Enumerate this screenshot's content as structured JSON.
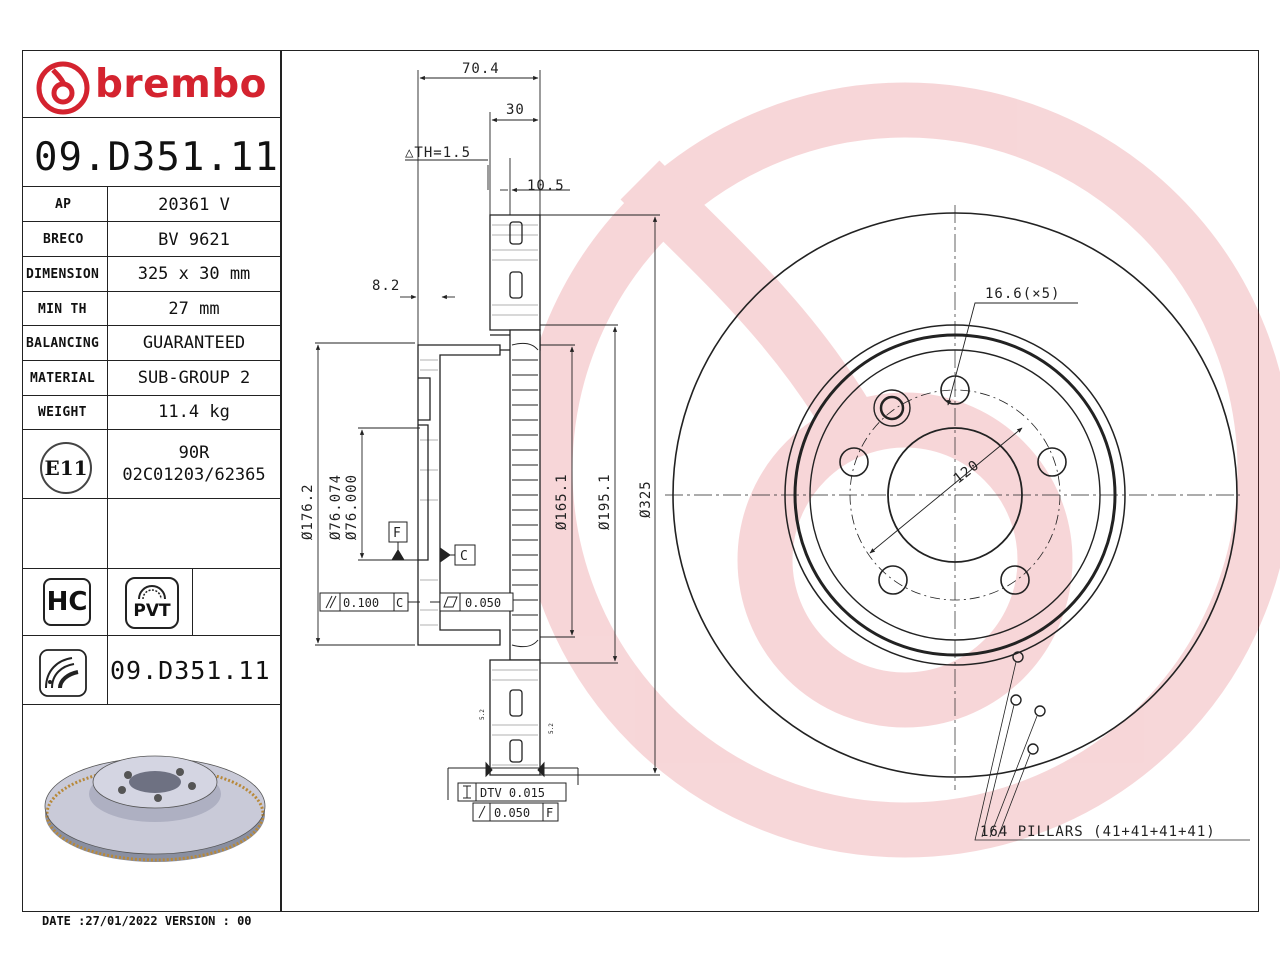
{
  "brand": {
    "name": "brembo",
    "color": "#d4232f"
  },
  "part_number": "09.D351.11",
  "specs": [
    {
      "label": "AP",
      "value": "20361 V"
    },
    {
      "label": "BRECO",
      "value": "BV 9621"
    },
    {
      "label": "DIMENSION",
      "value": "325 x 30 mm"
    },
    {
      "label": "MIN TH",
      "value": "27 mm"
    },
    {
      "label": "BALANCING",
      "value": "GUARANTEED"
    },
    {
      "label": "MATERIAL",
      "value": "SUB-GROUP 2"
    },
    {
      "label": "WEIGHT",
      "value": "11.4 kg"
    }
  ],
  "approval": {
    "mark": "E11",
    "line1": "90R",
    "line2": "02C01203/62365"
  },
  "badges": {
    "hc": "HC",
    "pvt": "PVT"
  },
  "pvt_icon": "disc-coating-icon",
  "bottom_part_number": "09.D351.11",
  "date_version": "DATE :27/01/2022 VERSION : 00",
  "dimensions": {
    "overall_width": "70.4",
    "thickness": "30",
    "th": "△TH=1.5",
    "flange": "10.5",
    "hat_wall": "8.2",
    "hat_diameter": "Ø176.2",
    "bore_diameter": "Ø76.074\nØ76.000",
    "bore_max": "Ø76.074",
    "bore_min": "Ø76.000",
    "inner_ring": "Ø165.1",
    "friction_inner": "Ø195.1",
    "outer_diameter": "Ø325",
    "bolt_holes": "16.6(×5)",
    "pcd": "120",
    "pillars": "164 PILLARS (41+41+41+41)",
    "datum_f": "F",
    "datum_c": "C",
    "parallelism": "0.100",
    "parallelism_ref": "C",
    "flatness": "0.050",
    "dtv": "DTV 0.015",
    "runout": "0.050",
    "runout_ref": "F",
    "small_a": "5.2",
    "small_b": "5.2"
  }
}
